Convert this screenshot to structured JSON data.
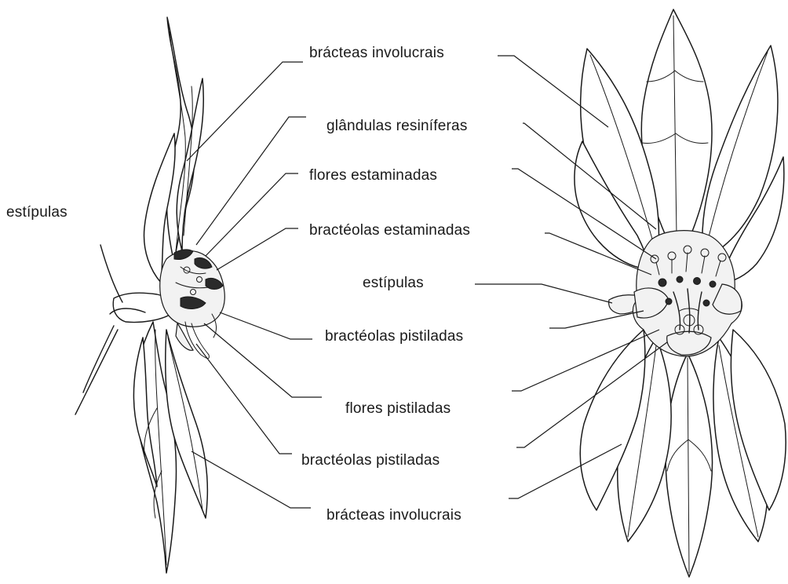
{
  "labels": {
    "left_stipules": "estípulas",
    "involucral_bracts_top": "brácteas involucrais",
    "resin_glands": "glândulas resiníferas",
    "staminate_flowers": "flores  estaminadas",
    "staminate_bracteoles": "bractéolas estaminadas",
    "center_stipules": "estípulas",
    "pistillate_bracteoles_1": "bractéolas  pistiladas",
    "pistillate_flowers": "flores pistiladas",
    "pistillate_bracteoles_2": "bractéolas  pistiladas",
    "involucral_bracts_bottom": "brácteas involucrais"
  }
}
